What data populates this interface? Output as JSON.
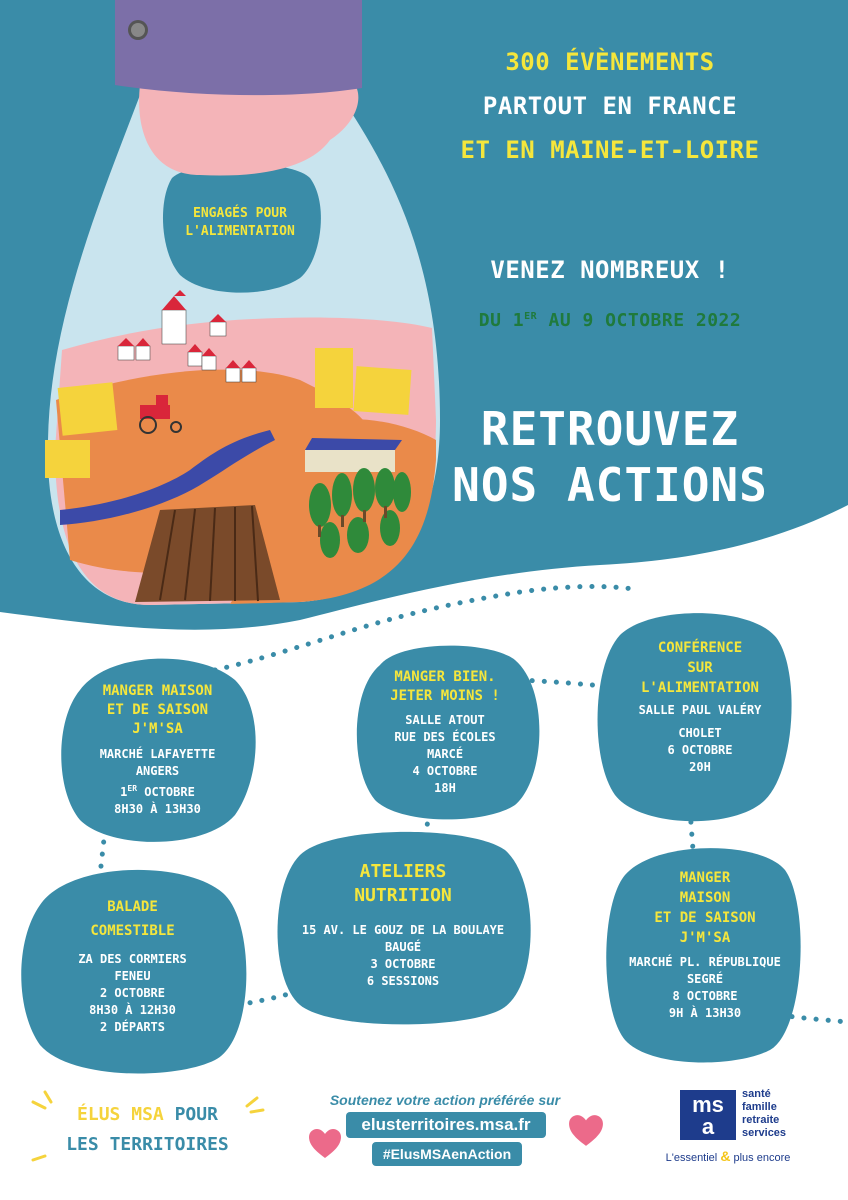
{
  "colors": {
    "blue": "#3a8ca8",
    "yellow": "#f5e63c",
    "green": "#1f7a3c",
    "purple": "#7c6fa8",
    "pink": "#f4b4b8",
    "orange": "#ea8a4a"
  },
  "header": {
    "line1": "300 ÉVÈNEMENTS",
    "line2": "PARTOUT EN FRANCE",
    "line3": "ET EN MAINE-ET-LOIRE",
    "bag_label_1": "ENGAGÉS POUR",
    "bag_label_2": "L'ALIMENTATION",
    "venez": "VENEZ NOMBREUX !",
    "dates_du": "DU 1",
    "dates_sup": "ER",
    "dates_rest": " AU 9 OCTOBRE 2022",
    "retrouvez_1": "RETROUVEZ",
    "retrouvez_2": "NOS ACTIONS"
  },
  "events": [
    {
      "title": [
        "MANGER MAISON",
        "ET DE SAISON",
        "J'M'SA"
      ],
      "lines": [
        "MARCHÉ LAFAYETTE",
        "ANGERS"
      ],
      "date_main": "1",
      "date_sup": "ER",
      "date_rest": " OCTOBRE",
      "time": "8H30 À 13H30"
    },
    {
      "title": [
        "MANGER BIEN.",
        "JETER MOINS !"
      ],
      "lines": [
        "SALLE ATOUT",
        "RUE DES ÉCOLES",
        "MARCÉ",
        "4 OCTOBRE",
        "18H"
      ]
    },
    {
      "title": [
        "CONFÉRENCE",
        "SUR",
        "L'ALIMENTATION"
      ],
      "lines": [
        "SALLE PAUL VALÉRY",
        "CHOLET",
        "6 OCTOBRE",
        "20H"
      ]
    },
    {
      "title": [
        "BALADE",
        "COMESTIBLE"
      ],
      "lines": [
        "ZA DES CORMIERS",
        "FENEU",
        "2 OCTOBRE",
        "8H30 À 12H30",
        "2 DÉPARTS"
      ]
    },
    {
      "title": [
        "ATELIERS",
        "NUTRITION"
      ],
      "lines": [
        "15 AV. LE GOUZ DE LA BOULAYE",
        "BAUGÉ",
        "3 OCTOBRE",
        "6 SESSIONS"
      ]
    },
    {
      "title": [
        "MANGER",
        "MAISON",
        "ET DE SAISON",
        "J'M'SA"
      ],
      "lines": [
        "MARCHÉ PL. RÉPUBLIQUE",
        "SEGRÉ",
        "8 OCTOBRE",
        "9H À 13H30"
      ]
    }
  ],
  "footer": {
    "elus_1a": "ÉLUS MSA ",
    "elus_1b": "POUR",
    "elus_2": "LES TERRITOIRES",
    "soutenez": "Soutenez votre action préférée sur",
    "url": "elusterritoires.msa.fr",
    "hashtag": "#ElusMSAenAction",
    "msa_lines": [
      "santé",
      "famille",
      "retraite",
      "services"
    ],
    "tagline_a": "L'essentiel ",
    "tagline_amp": "&",
    "tagline_b": " plus encore"
  }
}
